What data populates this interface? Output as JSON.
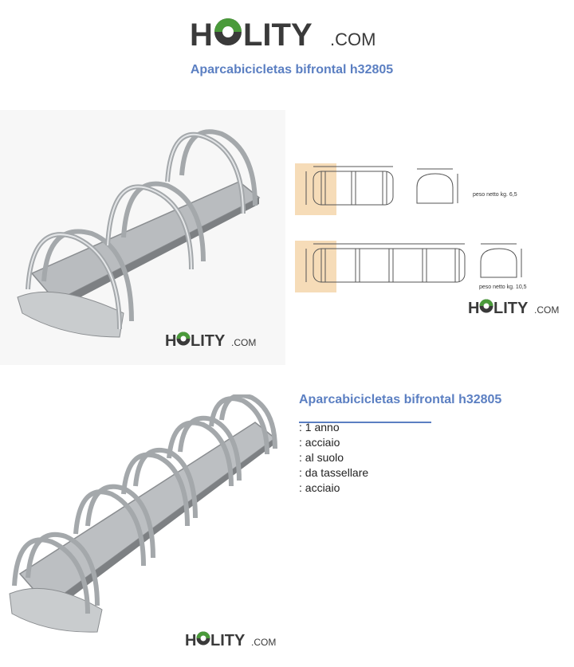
{
  "brand": {
    "logo_pre": "H",
    "logo_post": "LITY",
    "logo_suffix": ".COM"
  },
  "page": {
    "title": "Aparcabicicletas bifrontal h32805"
  },
  "drawings": {
    "small": {
      "weight_label": "peso netto kg. 6,5"
    },
    "large": {
      "weight_label": "peso netto kg. 10,5"
    }
  },
  "details": {
    "title": "Aparcabicicletas bifrontal h32805",
    "specs": [
      ": 1 anno",
      ": acciaio",
      ": al suolo",
      ": da tassellare",
      ": acciaio"
    ]
  },
  "colors": {
    "accent_blue": "#5b7fc2",
    "logo_green": "#4a9a3a",
    "logo_dark": "#3a3a3a"
  }
}
